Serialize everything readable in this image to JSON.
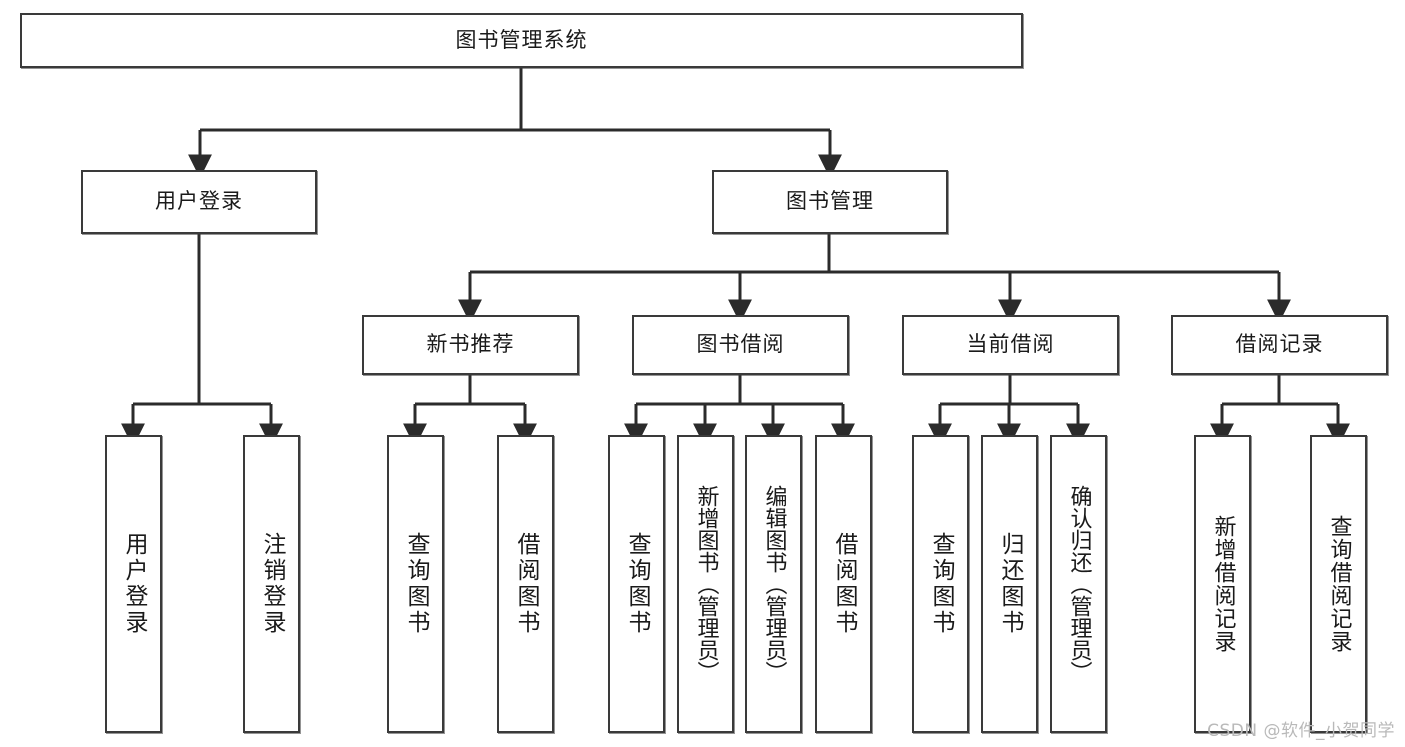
{
  "diagram": {
    "title_node": {
      "label": "图书管理系统"
    },
    "level2": [
      {
        "id": "user-login",
        "label": "用户登录"
      },
      {
        "id": "book-management",
        "label": "图书管理"
      }
    ],
    "level3": [
      {
        "id": "new-book-recommend",
        "label": "新书推荐"
      },
      {
        "id": "book-borrow",
        "label": "图书借阅"
      },
      {
        "id": "current-borrow",
        "label": "当前借阅"
      },
      {
        "id": "borrow-record",
        "label": "借阅记录"
      }
    ],
    "leaves": {
      "user_login": [
        {
          "id": "leaf-user-login",
          "label": "用户登录"
        },
        {
          "id": "leaf-logout-login",
          "label": "注销登录"
        }
      ],
      "new_book_recommend": [
        {
          "id": "leaf-query-book-1",
          "label": "查询图书"
        },
        {
          "id": "leaf-borrow-book-1",
          "label": "借阅图书"
        }
      ],
      "book_borrow": [
        {
          "id": "leaf-query-book-2",
          "label": "查询图书"
        },
        {
          "id": "leaf-add-book-admin",
          "label": "新增图书（管理员）"
        },
        {
          "id": "leaf-edit-book-admin",
          "label": "编辑图书（管理员）"
        },
        {
          "id": "leaf-borrow-book-2",
          "label": "借阅图书"
        }
      ],
      "current_borrow": [
        {
          "id": "leaf-query-book-3",
          "label": "查询图书"
        },
        {
          "id": "leaf-return-book",
          "label": "归还图书"
        },
        {
          "id": "leaf-confirm-return-admin",
          "label": "确认归还（管理员）"
        }
      ],
      "borrow_record": [
        {
          "id": "leaf-add-borrow-record",
          "label": "新增借阅记录"
        },
        {
          "id": "leaf-query-borrow-record",
          "label": "查询借阅记录"
        }
      ]
    },
    "watermark": "CSDN @软件_小贺同学",
    "colors": {
      "border": "#3a3a3a",
      "background": "#ffffff",
      "text": "#1a1a1a",
      "connector": "#2b2b2b",
      "watermark": "#b9b9b9"
    }
  }
}
